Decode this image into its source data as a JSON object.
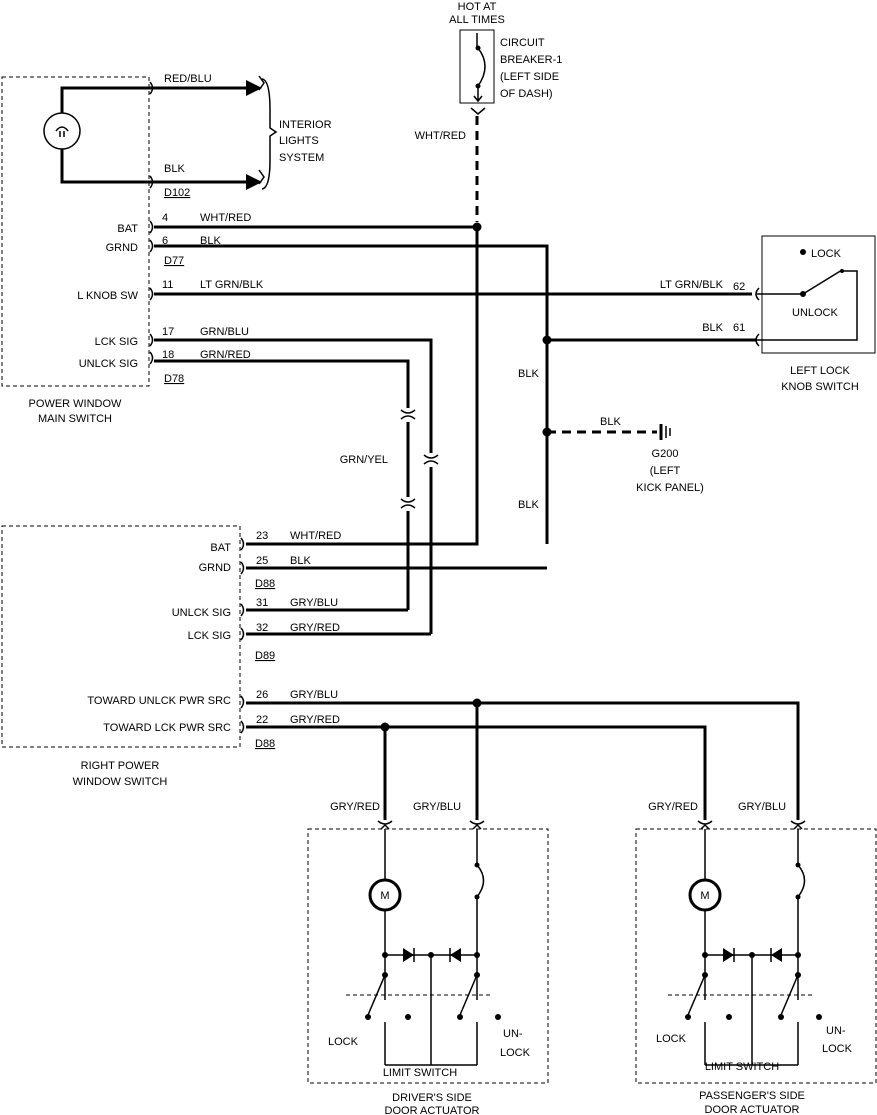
{
  "hot": {
    "line1": "HOT AT",
    "line2": "ALL TIMES"
  },
  "circuit_breaker": {
    "line1": "CIRCUIT",
    "line2": "BREAKER-1",
    "line3": "(LEFT SIDE",
    "line4": "OF DASH)"
  },
  "interior": {
    "line1": "INTERIOR",
    "line2": "LIGHTS",
    "line3": "SYSTEM"
  },
  "main_switch": {
    "caption1": "POWER WINDOW",
    "caption2": "MAIN SWITCH",
    "pin_bat": "BAT",
    "pin_grnd": "GRND",
    "pin_lknob": "L KNOB SW",
    "pin_lcksig": "LCK SIG",
    "pin_unlcksig": "UNLCK SIG"
  },
  "right_switch": {
    "caption1": "RIGHT POWER",
    "caption2": "WINDOW SWITCH",
    "pin_bat": "BAT",
    "pin_grnd": "GRND",
    "pin_unlcksig": "UNLCK SIG",
    "pin_lcksig": "LCK SIG",
    "pin_tow_unlck": "TOWARD UNLCK PWR SRC",
    "pin_tow_lck": "TOWARD LCK PWR SRC"
  },
  "knob": {
    "lock": "LOCK",
    "unlock": "UNLOCK",
    "caption1": "LEFT LOCK",
    "caption2": "KNOB SWITCH"
  },
  "ground": {
    "line1": "G200",
    "line2": "(LEFT",
    "line3": "KICK PANEL)"
  },
  "connectors": {
    "d102": "D102",
    "d77": "D77",
    "d78": "D78",
    "d88a": "D88",
    "d89": "D89",
    "d88b": "D88"
  },
  "wires": {
    "red_blu": "RED/BLU",
    "blk_int": "BLK",
    "wht_red_cb": "WHT/RED",
    "p4": "4",
    "wht_red_4": "WHT/RED",
    "p6": "6",
    "blk_6": "BLK",
    "p11": "11",
    "ltgrn_11": "LT GRN/BLK",
    "p17": "17",
    "grn_blu": "GRN/BLU",
    "p18": "18",
    "grn_red": "GRN/RED",
    "ltgrn_62": "LT GRN/BLK",
    "p62": "62",
    "blk_61": "BLK",
    "p61": "61",
    "blk_v1": "BLK",
    "blk_g": "BLK",
    "blk_v2": "BLK",
    "grn_yel": "GRN/YEL",
    "p23": "23",
    "wht_red_23": "WHT/RED",
    "p25": "25",
    "blk_25": "BLK",
    "p31": "31",
    "gry_blu_31": "GRY/BLU",
    "p32": "32",
    "gry_red_32": "GRY/RED",
    "p26": "26",
    "gry_blu_26": "GRY/BLU",
    "p22": "22",
    "gry_red_22": "GRY/RED",
    "d_gryred": "GRY/RED",
    "d_gryblu": "GRY/BLU",
    "p_gryred": "GRY/RED",
    "p_gryblu": "GRY/BLU"
  },
  "driver": {
    "motor": "M",
    "lock": "LOCK",
    "un": "UN-",
    "lock2": "LOCK",
    "limit": "LIMIT SWITCH",
    "caption1": "DRIVER'S SIDE",
    "caption2": "DOOR ACTUATOR"
  },
  "pass": {
    "motor": "M",
    "lock": "LOCK",
    "un": "UN-",
    "lock2": "LOCK",
    "limit": "LIMIT SWITCH",
    "caption1": "PASSENGER'S SIDE",
    "caption2": "DOOR ACTUATOR"
  }
}
